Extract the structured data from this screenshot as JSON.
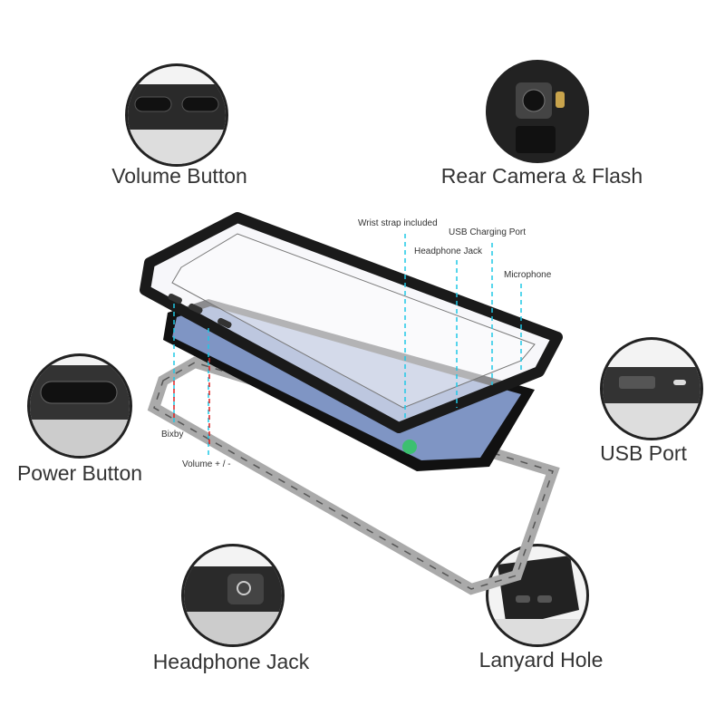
{
  "features": [
    {
      "label": "Volume Button",
      "icon": "volume-button-closeup"
    },
    {
      "label": "Rear Camera & Flash",
      "icon": "rear-camera-closeup"
    },
    {
      "label": "Power Button",
      "icon": "power-button-closeup"
    },
    {
      "label": "USB Port",
      "icon": "usb-port-closeup"
    },
    {
      "label": "Headphone Jack",
      "icon": "headphone-jack-closeup"
    },
    {
      "label": "Lanyard Hole",
      "icon": "lanyard-hole-closeup"
    }
  ],
  "callouts": {
    "wrist_strap": "Wrist strap included",
    "usb_charging": "USB Charging Port",
    "headphone": "Headphone Jack",
    "microphone": "Microphone",
    "bixby": "Bixby",
    "volume": "Volume + / -"
  },
  "colors": {
    "callout_line": "#1ec8e6",
    "callout_line_alt": "#e02020",
    "case_frame": "#1a1a1a",
    "screen": "#7f95c4"
  }
}
